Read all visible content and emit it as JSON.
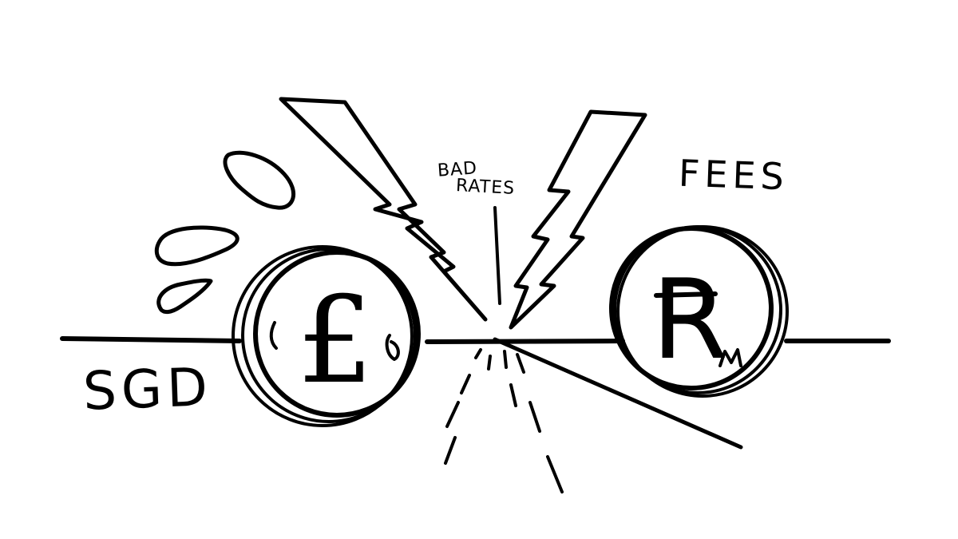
{
  "labels": {
    "source_currency": "SGD",
    "bad": "BAD",
    "rates": "RATES",
    "fees": "FEES"
  },
  "coins": {
    "left_symbol": "£",
    "right_symbol": "R"
  },
  "icons": {
    "left_coin": "pound-coin-icon",
    "right_coin": "ringgit-coin-icon",
    "lightning": "lightning-bolt-icon",
    "sweat": "sweat-drop-icon"
  },
  "colors": {
    "ink": "#000000",
    "paper": "#ffffff"
  }
}
